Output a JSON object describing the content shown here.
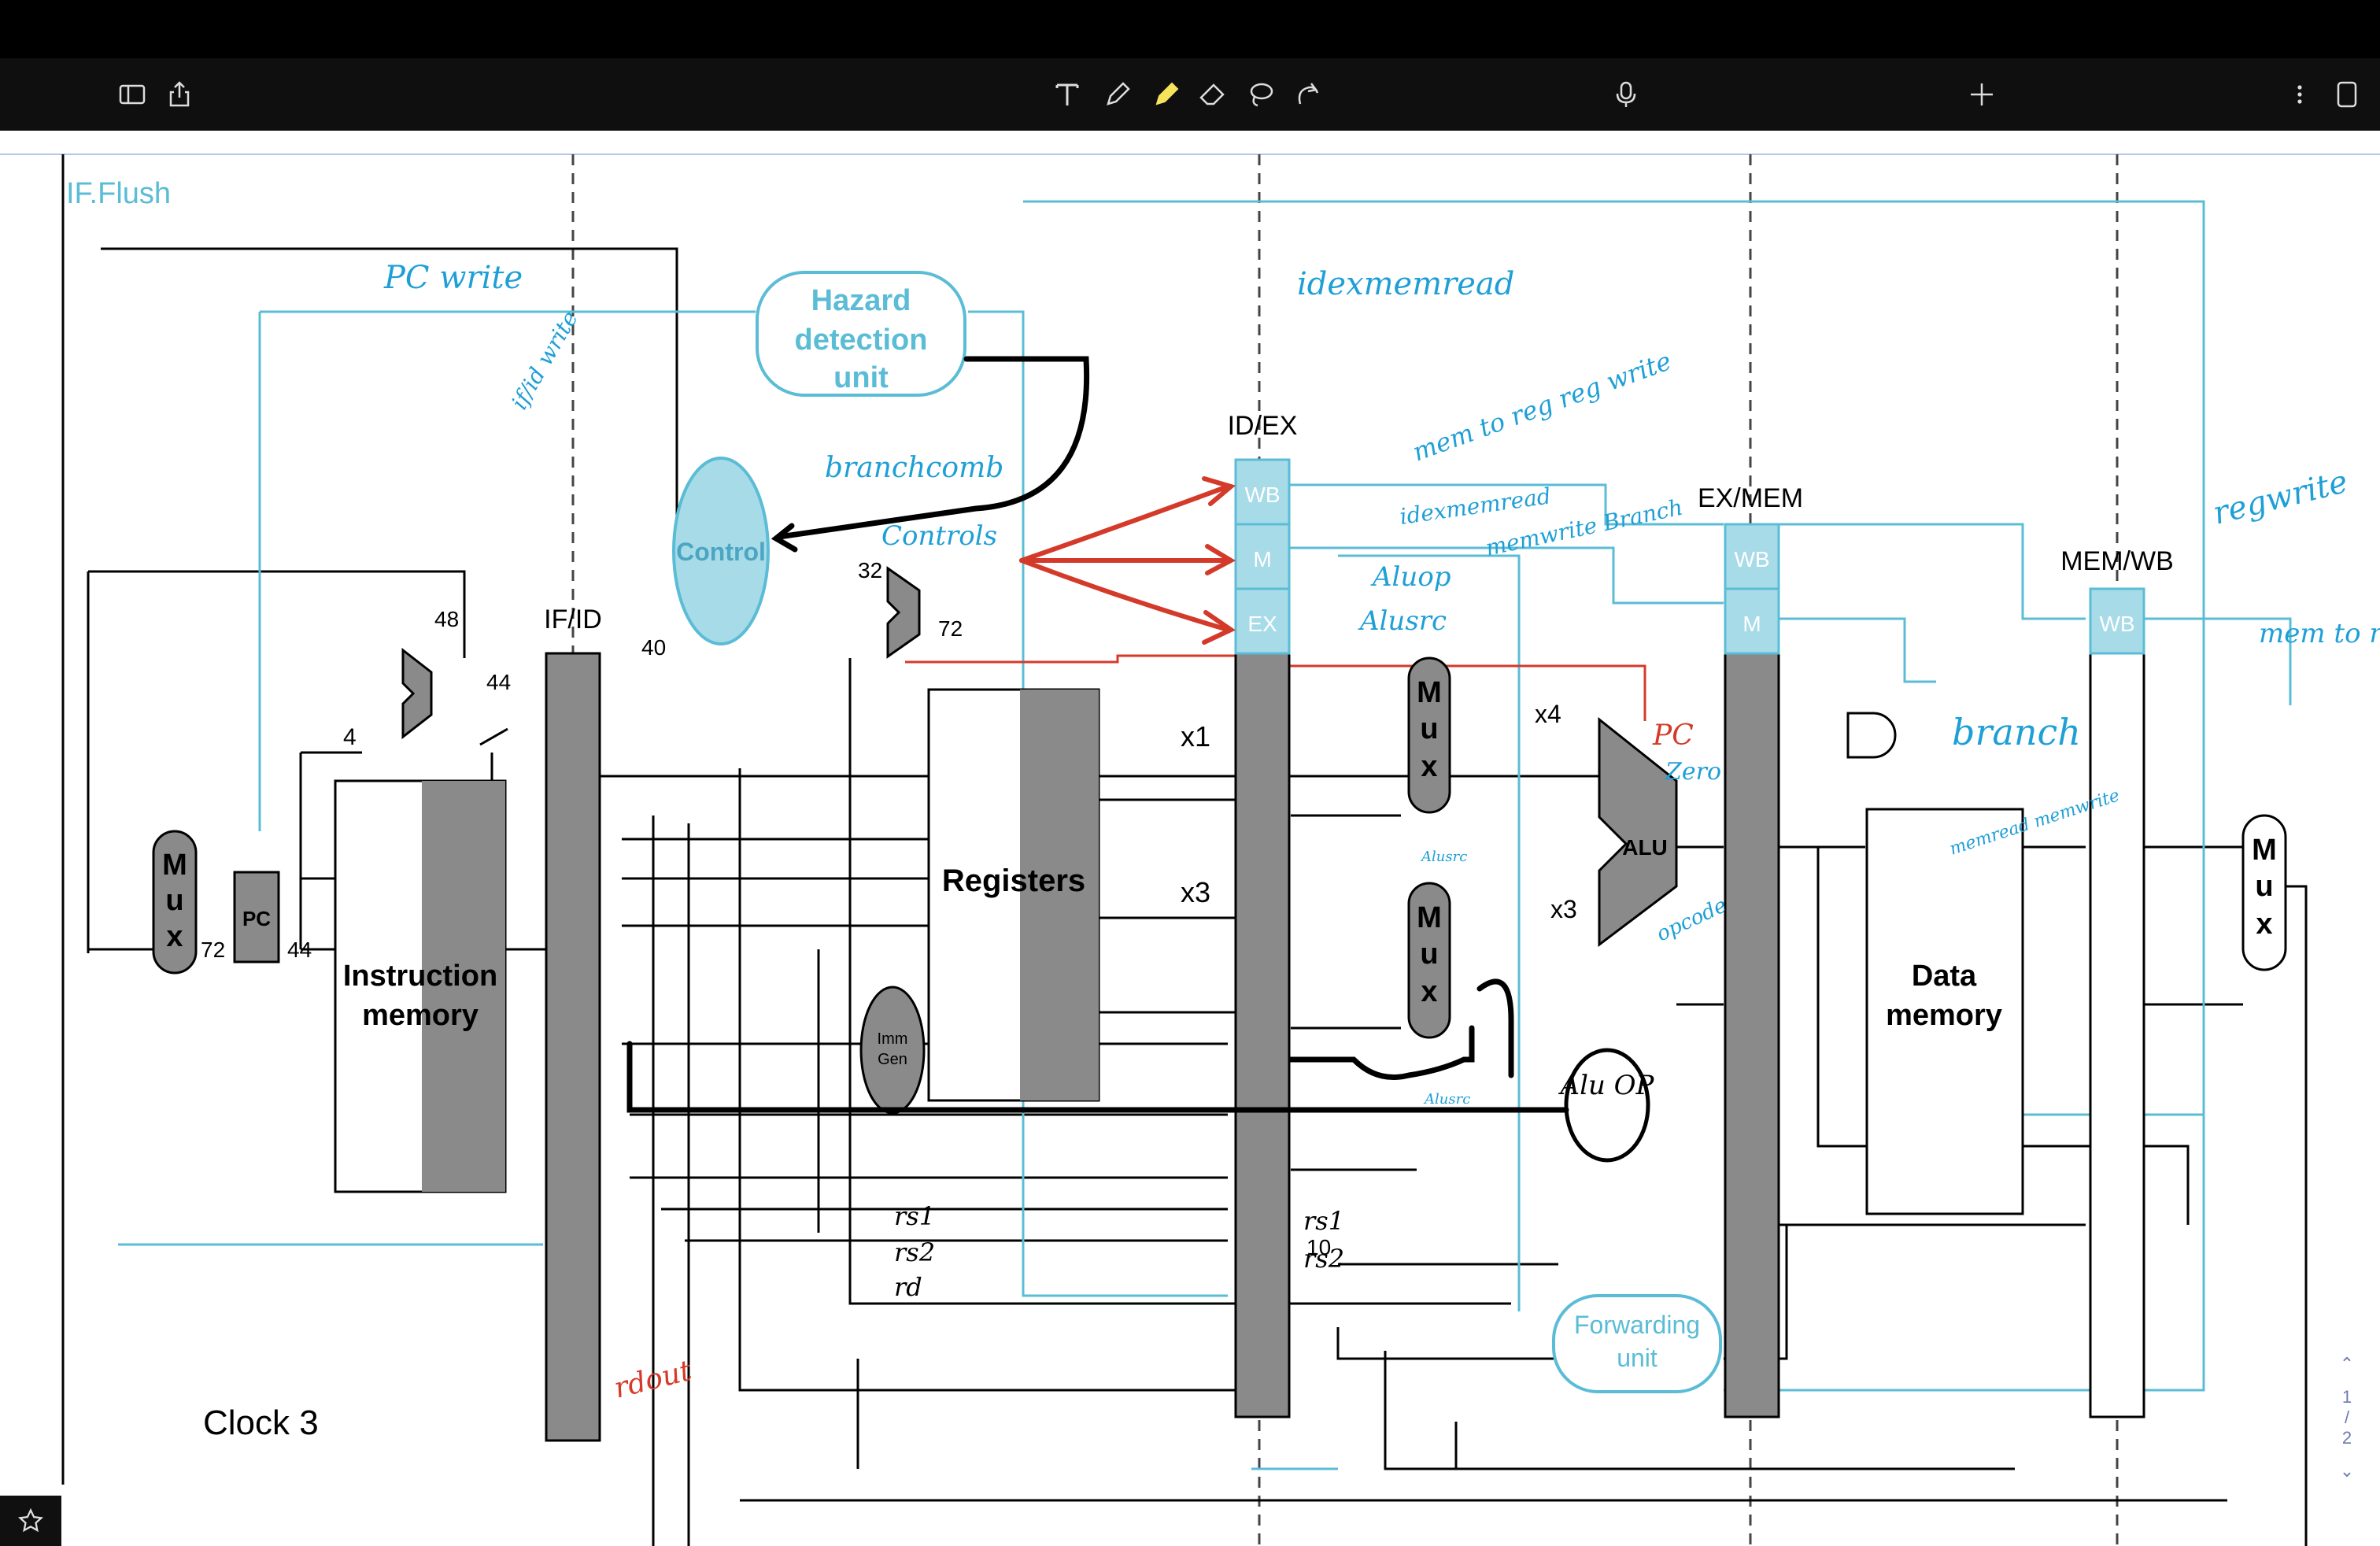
{
  "toolbar": {
    "left_icons": [
      "sidebar-toggle-icon",
      "share-icon"
    ],
    "center_icons": [
      "text-tool-icon",
      "pen-tool-icon",
      "highlighter-tool-icon",
      "eraser-tool-icon",
      "lasso-tool-icon",
      "shape-tool-icon"
    ],
    "mic_icon": "microphone-icon",
    "add_icon": "plus-icon",
    "right_icons": [
      "more-icon",
      "page-icon"
    ],
    "accent": "#f4e35b"
  },
  "diagram": {
    "if_flush": "IF.Flush",
    "hazard_unit": [
      "Hazard",
      "detection",
      "unit"
    ],
    "control": "Control",
    "registers": "Registers",
    "instruction_memory": [
      "Instruction",
      "memory"
    ],
    "data_memory": [
      "Data",
      "memory"
    ],
    "forwarding_unit": [
      "Forwarding",
      "unit"
    ],
    "alu": "ALU",
    "imm_gen": [
      "Imm",
      "Gen"
    ],
    "pc": "PC",
    "mux": [
      "M",
      "u",
      "x"
    ],
    "stages": {
      "ifid": "IF/ID",
      "idex": "ID/EX",
      "exmem": "EX/MEM",
      "memwb": "MEM/WB"
    },
    "pipe_fields": {
      "wb": "WB",
      "m": "M",
      "ex": "EX"
    },
    "numbers": {
      "n48": "48",
      "n44a": "44",
      "n4": "4",
      "n40": "40",
      "n72a": "72",
      "n44b": "44",
      "n32": "32",
      "n72b": "72",
      "n10": "10"
    },
    "reg_labels": {
      "x1": "x1",
      "x3": "x3",
      "x4": "x4",
      "x3b": "x3"
    },
    "clock": "Clock 3",
    "colors": {
      "cyan": "#5bbcd6",
      "blue_ink": "#1e9fd6",
      "red": "#d43a2a",
      "gray": "#8a8a8a",
      "black": "#000000"
    }
  },
  "handwriting": {
    "pcwrite": "PC write",
    "ifidwrite": "if/id write",
    "idexmemread": "idexmemread",
    "branchcomb": "branchcomb",
    "controls": "Controls",
    "memtoreg_regwrite": "mem to reg reg write",
    "idexmemread2": "idexmemread",
    "memwrite_branch": "memwrite Branch",
    "aluop": "Aluop",
    "alusrc": "Alusrc",
    "pc_zero": "PC",
    "zero": "Zero",
    "branch": "branch",
    "regwrite": "regwrite",
    "memtoreg": "mem to reg",
    "memread_memwrite": "memread memwrite",
    "aluop_circle": "Alu OP",
    "alusrc_small": "Alusrc",
    "alumux_small": "Alusrc",
    "opcode": "opcode",
    "rs1": "rs1",
    "rs2": "rs2",
    "rd": "rd",
    "rs1b": "rs1",
    "rs2b": "rs2",
    "rdout": "rdout"
  },
  "page_nav": {
    "current": "1",
    "sep": "/",
    "total": "2"
  }
}
